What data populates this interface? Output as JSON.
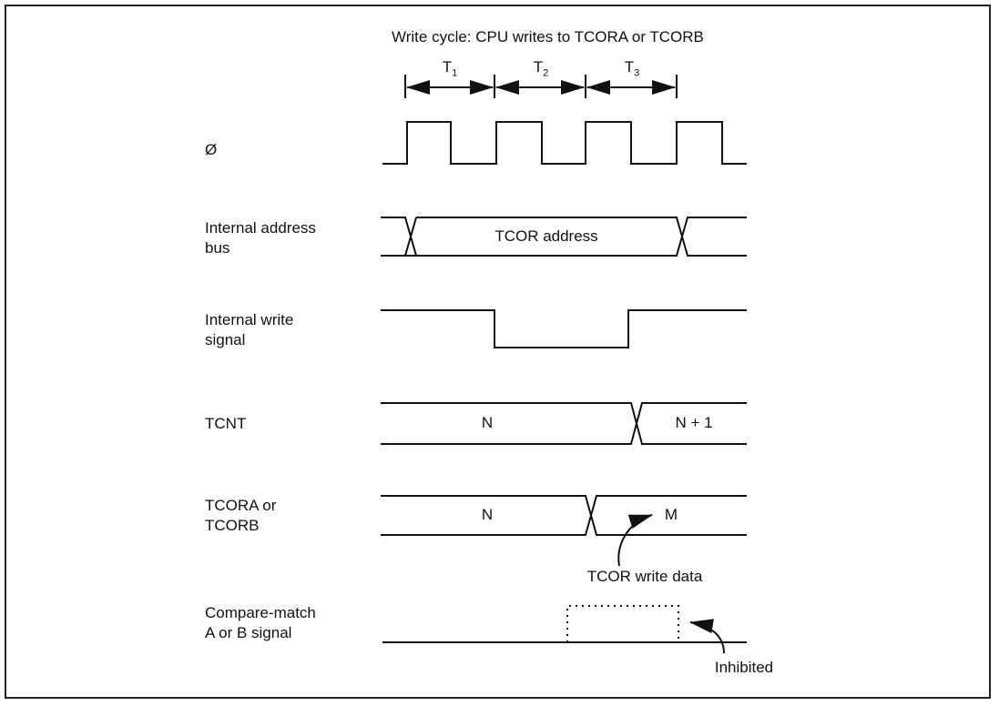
{
  "title": "Write cycle: CPU writes to TCORA or TCORB",
  "cycles": {
    "t1": "T",
    "t1_sub": "1",
    "t2": "T",
    "t2_sub": "2",
    "t3": "T",
    "t3_sub": "3"
  },
  "signals": {
    "phi": "Ø",
    "address_bus": "Internal address\nbus",
    "write_signal": "Internal write\nsignal",
    "tcnt": "TCNT",
    "tcor": "TCORA or\nTCORB",
    "compare_match": "Compare-match\nA or B signal"
  },
  "values": {
    "address": "TCOR address",
    "tcnt_before": "N",
    "tcnt_after": "N + 1",
    "tcor_before": "N",
    "tcor_after": "M"
  },
  "annotations": {
    "write_data": "TCOR write data",
    "inhibited": "Inhibited"
  },
  "colors": {
    "line": "#111111",
    "background": "#ffffff"
  }
}
